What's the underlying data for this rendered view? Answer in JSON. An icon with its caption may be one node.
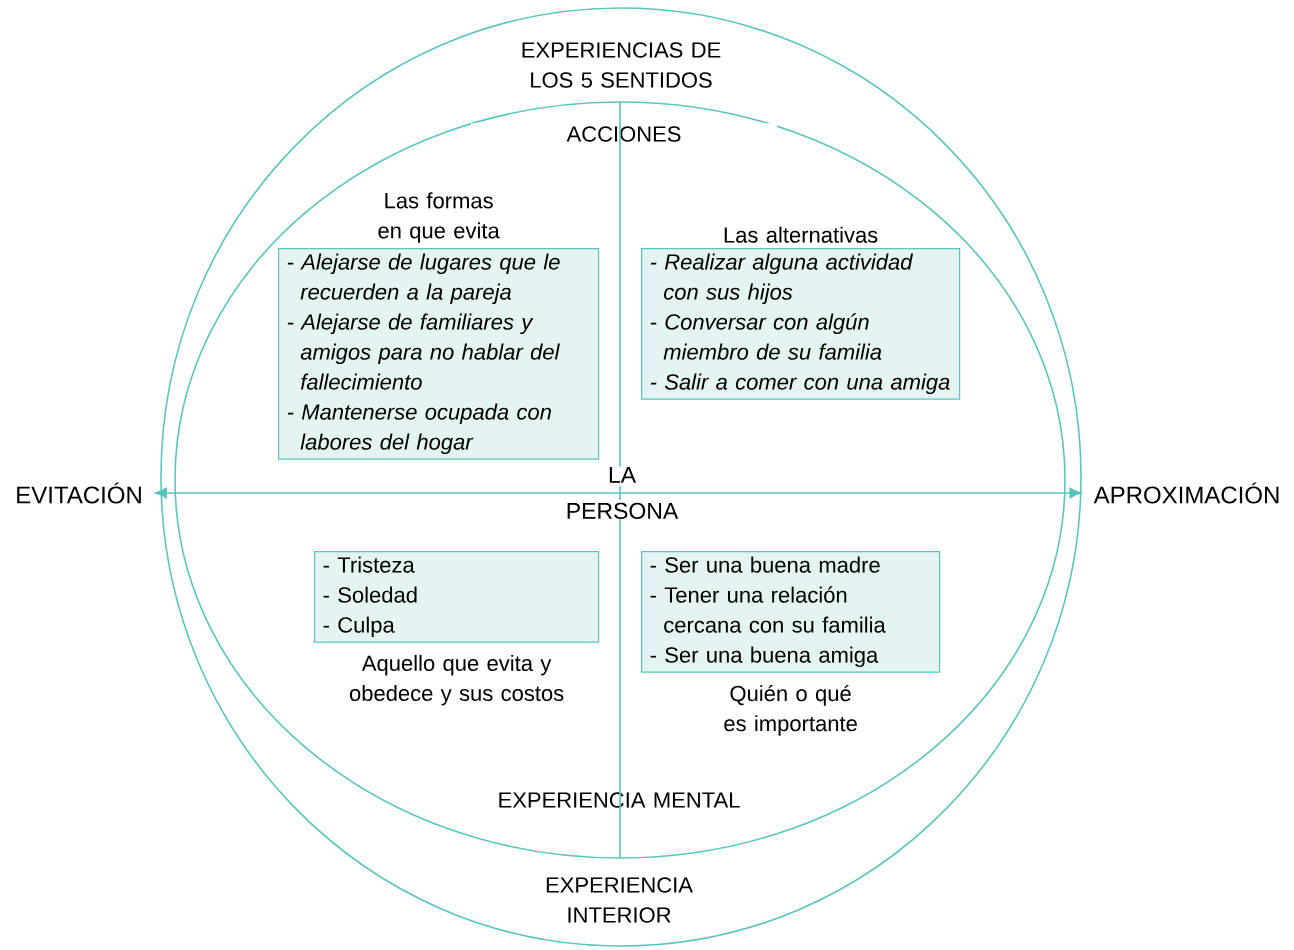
{
  "diagram": {
    "nodes": [
      {
        "text": [
          "EXPERIENCIAS DE LOS 5 SENTIDOS",
          "EXPERIENCIA INTERIOR"
        ]
      },
      {
        "text": [
          "ACCIONES",
          "EXPERIENCIA MENTAL"
        ],
        "in": 0
      },
      {
        "text": [
          "Las formas en que evita",
          "- Alejarse de lugares que le recuerden a la pareja",
          "- Alejarse de familiares y amigos para no hablar del fallecimiento",
          "- Mantenerse ocupada con labores del hogar"
        ],
        "in": 1
      },
      {
        "text": [
          "Las alternativas",
          "- Realizar alguna actividad con sus hijos",
          "- Conversar con algún miembro de su familia",
          "- Salir a comer con una amiga"
        ],
        "in": 1
      },
      {
        "text": [
          "- Tristeza",
          "- Soledad",
          "- Culpa",
          "Aquello que evita y obedece y sus costos"
        ],
        "in": 1
      },
      {
        "text": [
          "- Ser una buena madre",
          "- Tener una relación cercana con su familia",
          "- Ser una buena amiga",
          "Quién o qué es importante"
        ],
        "in": 1
      },
      {
        "text": [
          "EVITACIÓN"
        ]
      },
      {
        "text": [
          "APROXIMACIÓN"
        ]
      }
    ],
    "edges": [
      {
        "from": 6,
        "to": 7,
        "arrow": "both"
      }
    ],
    "labels": [
      "LA PERSONA"
    ]
  }
}
